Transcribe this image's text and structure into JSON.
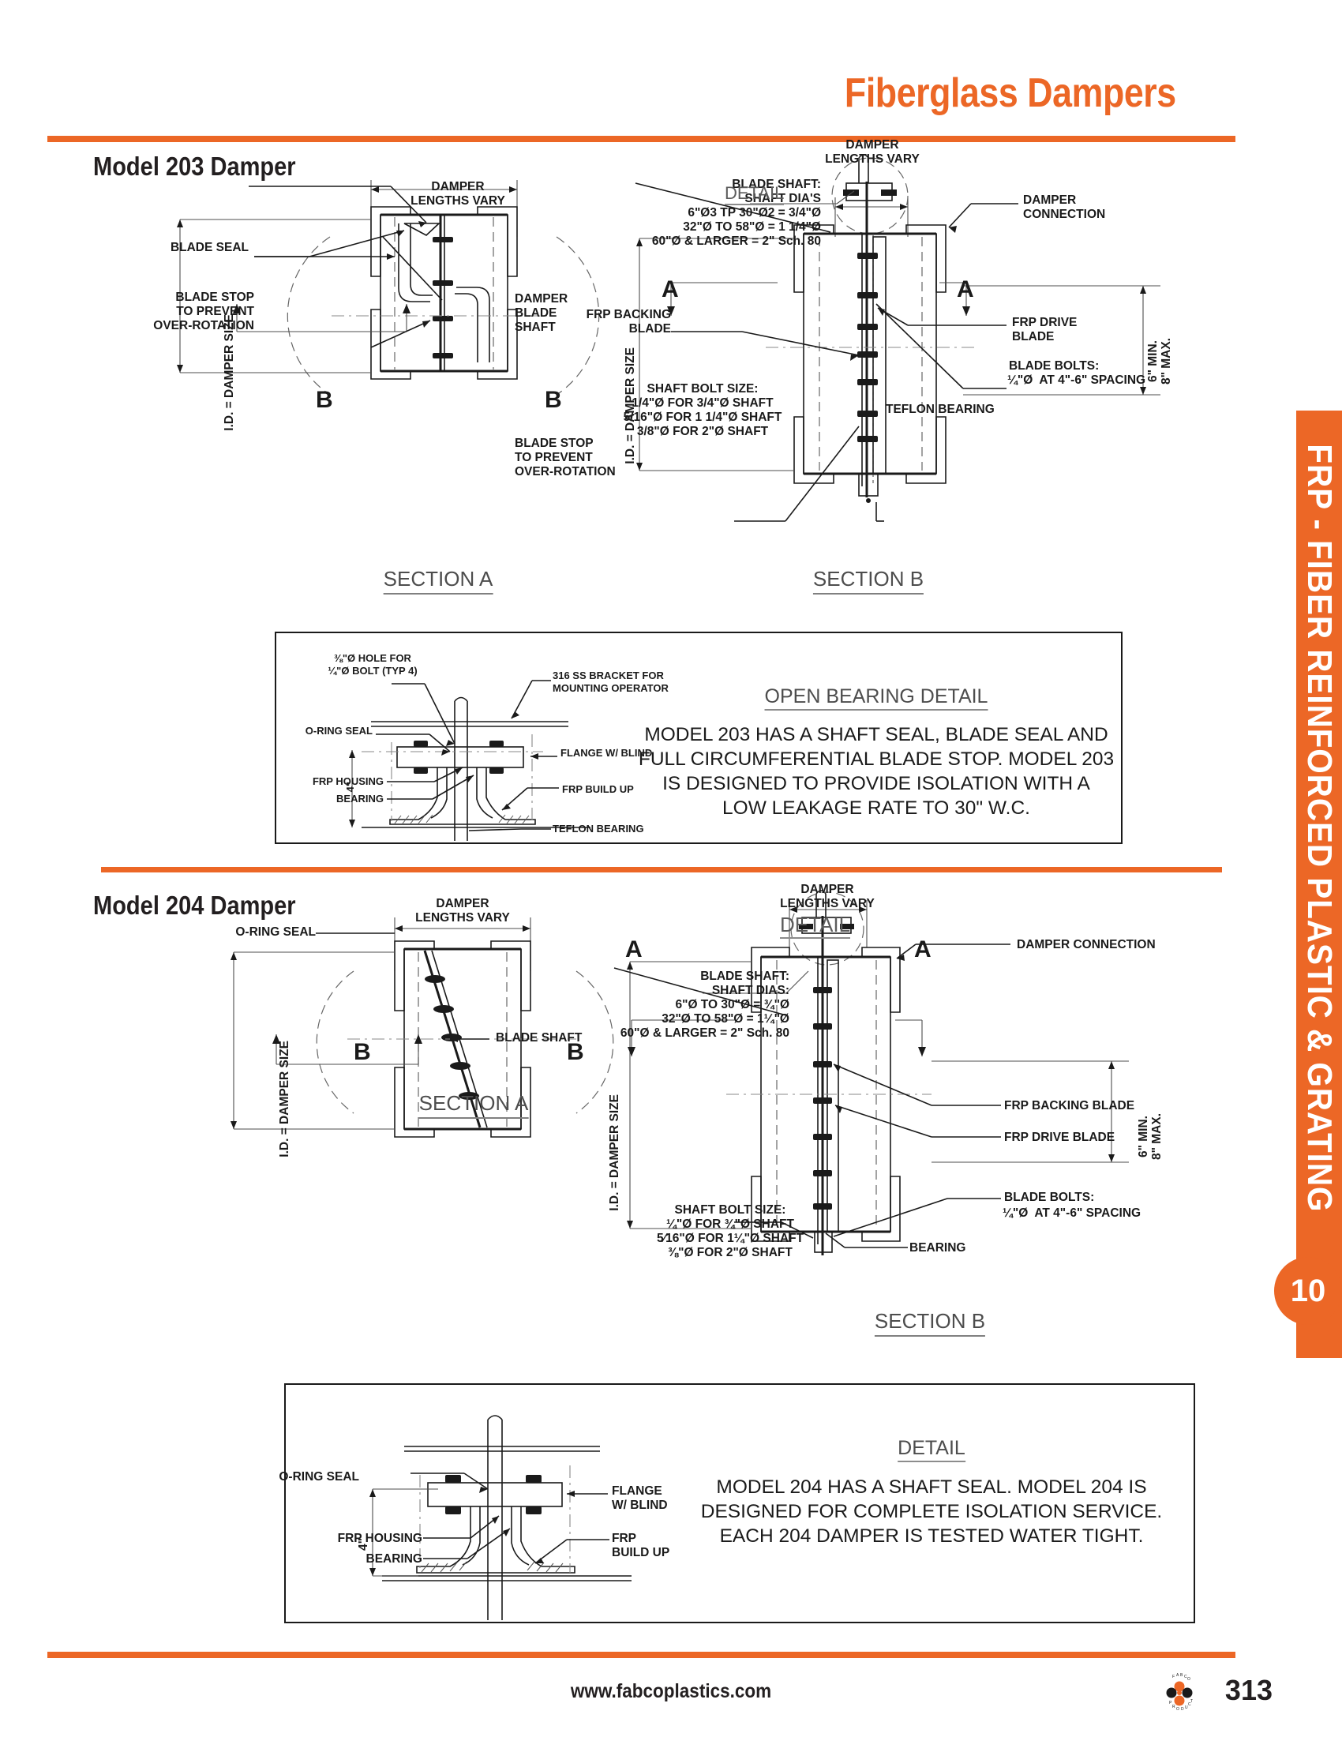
{
  "header": {
    "title": "Fiberglass Dampers"
  },
  "sidebar": {
    "vertical_label": "FRP - FIBER REINFORCED PLASTIC & GRATING",
    "chapter_number": "10",
    "accent_color": "#ec6726"
  },
  "footer": {
    "url": "www.fabcoplastics.com",
    "page_number": "313",
    "logo_name": "fabco-products-logo"
  },
  "sections": [
    {
      "id": "model203",
      "heading": "Model 203 Damper",
      "section_a": {
        "caption": "SECTION A",
        "labels": {
          "damper_lengths": "DAMPER\nLENGTHS VARY",
          "blade_seal": "BLADE SEAL",
          "blade_stop_left": "BLADE STOP\nTO PREVENT\nOVER-ROTATION",
          "blade_stop_bottom": "BLADE STOP\nTO PREVENT\nOVER-ROTATION",
          "damper_blade_shaft": "DAMPER\nBLADE\nSHAFT",
          "id_damper_size": "I.D. = DAMPER SIZE",
          "mark_b_left": "B",
          "mark_b_right": "B"
        }
      },
      "section_b": {
        "caption": "SECTION B",
        "labels": {
          "blade_shaft_spec": "BLADE SHAFT:\nSHAFT DIA'S\n6\"Ø3 TP 30\"Ø2 = 3/4\"Ø\n32\"Ø TO 58\"Ø = 1 1/4\"Ø\n60\"Ø & LARGER = 2\" Sch. 80",
          "detail": "DETAIL",
          "damper_lengths": "DAMPER\nLENGTHS VARY",
          "damper_connection": "DAMPER\nCONNECTION",
          "id_damper_size": "I.D. = DAMPER SIZE",
          "frp_backing_blade": "FRP BACKING\nBLADE",
          "frp_drive_blade": "FRP DRIVE\nBLADE",
          "blade_bolts": "BLADE BOLTS:",
          "blade_bolts_spec": "¼\"Ø  AT 4\"-6\" SPACING",
          "teflon_bearing": "TEFLON BEARING",
          "shaft_bolt_spec": "SHAFT BOLT SIZE:\n1/4\"Ø FOR 3/4\"Ø SHAFT\n5/16\"Ø FOR 1 1/4\"Ø SHAFT\n3/8\"Ø FOR 2\"Ø SHAFT",
          "min_max": "6\" MIN.\n8\" MAX.",
          "mark_a_left": "A",
          "mark_a_right": "A"
        }
      },
      "panel": {
        "title": "OPEN BEARING DETAIL",
        "body": "MODEL 203 HAS A SHAFT SEAL, BLADE SEAL AND\nFULL CIRCUMFERENTIAL BLADE STOP. MODEL 203\nIS DESIGNED TO PROVIDE ISOLATION WITH A\nLOW LEAKAGE RATE TO 30\" W.C.",
        "labels": {
          "hole_spec": "⅜\"Ø HOLE FOR\n¼\"Ø BOLT (TYP 4)",
          "ss_bracket": "316 SS BRACKET FOR\nMOUNTING OPERATOR",
          "o_ring_seal": "O-RING SEAL",
          "flange_w_blind": "FLANGE W/ BLIND",
          "frp_housing": "FRP HOUSING",
          "bearing": "BEARING",
          "frp_build_up": "FRP BUILD UP",
          "teflon_bearing": "TEFLON BEARING",
          "dim_4in": "4\""
        }
      }
    },
    {
      "id": "model204",
      "heading": "Model 204 Damper",
      "section_a": {
        "caption": "SECTION A",
        "labels": {
          "damper_lengths": "DAMPER\nLENGTHS VARY",
          "o_ring_seal": "O-RING SEAL",
          "blade_shaft": "BLADE SHAFT",
          "id_damper_size": "I.D. = DAMPER SIZE",
          "mark_b_left": "B",
          "mark_b_right": "B"
        }
      },
      "section_b": {
        "caption": "SECTION B",
        "labels": {
          "damper_lengths": "DAMPER\nLENGTHS VARY",
          "detail": "DETAIL",
          "damper_connection": "DAMPER CONNECTION",
          "blade_shaft_spec": "BLADE SHAFT:\nSHAFT DIAS:\n6\"Ø TO 30\"Ø = ¾\"Ø\n32\"Ø TO 58\"Ø = 1¼\"Ø\n60\"Ø & LARGER = 2\" Sch. 80",
          "id_damper_size": "I.D. = DAMPER SIZE",
          "frp_backing_blade": "FRP BACKING BLADE",
          "frp_drive_blade": "FRP DRIVE BLADE",
          "blade_bolts": "BLADE BOLTS:",
          "blade_bolts_spec": "¼\"Ø  AT 4\"-6\" SPACING",
          "bearing": "BEARING",
          "shaft_bolt_spec": "SHAFT BOLT SIZE:\n¼\"Ø FOR ¾\"Ø SHAFT\n5⁄16\"Ø FOR 1¼\"Ø SHAFT\n⅜\"Ø FOR 2\"Ø SHAFT",
          "min_max": "6\" MIN.\n8\" MAX.",
          "mark_a_left": "A",
          "mark_a_right": "A"
        }
      },
      "panel": {
        "title": "DETAIL",
        "body": "MODEL 204 HAS A SHAFT SEAL. MODEL 204 IS\nDESIGNED FOR COMPLETE ISOLATION SERVICE.\nEACH 204 DAMPER IS TESTED WATER TIGHT.",
        "labels": {
          "o_ring_seal": "O-RING SEAL",
          "flange_w_blind": "FLANGE\nW/ BLIND",
          "frp_housing": "FRP HOUSING",
          "bearing": "BEARING",
          "frp_build_up": "FRP\nBUILD UP",
          "dim_4in": "4\""
        }
      }
    }
  ]
}
